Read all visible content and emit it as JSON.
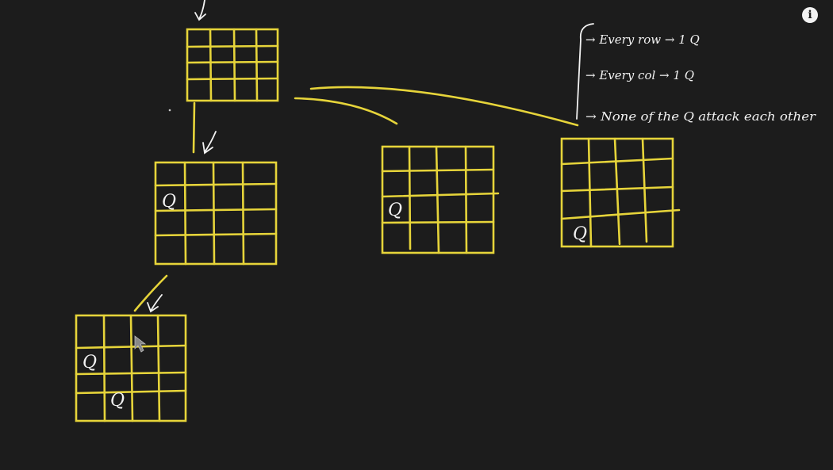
{
  "notes": {
    "rule_1": "→ Every row → 1 Q",
    "rule_2": "→ Every col → 1 Q",
    "rule_3": "→ None of the Q attack each other"
  },
  "boards": {
    "root": {
      "queen": ""
    },
    "child_left": {
      "queen": "Q"
    },
    "child_middle": {
      "queen": "Q"
    },
    "child_right": {
      "queen": "Q"
    },
    "grandchild": {
      "queen_1": "Q",
      "queen_2": "Q"
    }
  },
  "toolbar": {
    "info_icon": "i"
  },
  "colors": {
    "background": "#1c1c1c",
    "grid": "#e6d43a",
    "ink": "#f2f2f2"
  }
}
